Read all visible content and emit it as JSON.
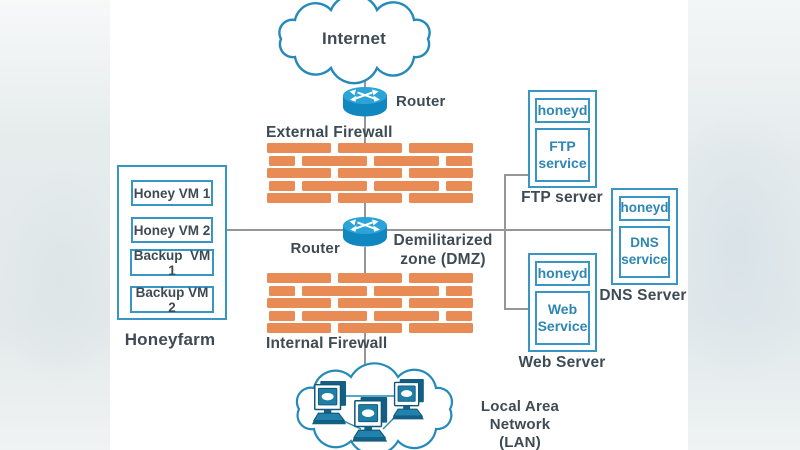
{
  "internet": {
    "label": "Internet"
  },
  "routers": {
    "external_label": "Router",
    "dmz_label": "Router"
  },
  "firewalls": {
    "external": "External Firewall",
    "internal": "Internal Firewall"
  },
  "dmz": {
    "line1": "Demilitarized",
    "line2": "zone (DMZ)"
  },
  "lan": {
    "line1": "Local Area Network",
    "line2": "(LAN)"
  },
  "honeyfarm": {
    "label": "Honeyfarm",
    "vms": [
      "Honey VM 1",
      "Honey VM 2",
      "Backup  VM 1",
      "Backup VM 2"
    ]
  },
  "servers": {
    "ftp": {
      "daemon": "honeyd",
      "service": "FTP service",
      "label": "FTP server"
    },
    "dns": {
      "daemon": "honeyd",
      "service": "DNS service",
      "label": "DNS Server"
    },
    "web": {
      "daemon": "honeyd",
      "service": "Web Service",
      "label": "Web Server"
    }
  },
  "colors": {
    "brick_orange": "#E98B55",
    "box_border_blue": "#3796C4",
    "text_blue": "#2E86B4",
    "text_dark": "#3E4B54",
    "router_body_blue": "#1187BF",
    "router_top_blue": "#2BA4DA",
    "cloud_outline_blue": "#2589BA",
    "connector_gray": "#949697",
    "computer_teal": "#1E7EA6"
  }
}
